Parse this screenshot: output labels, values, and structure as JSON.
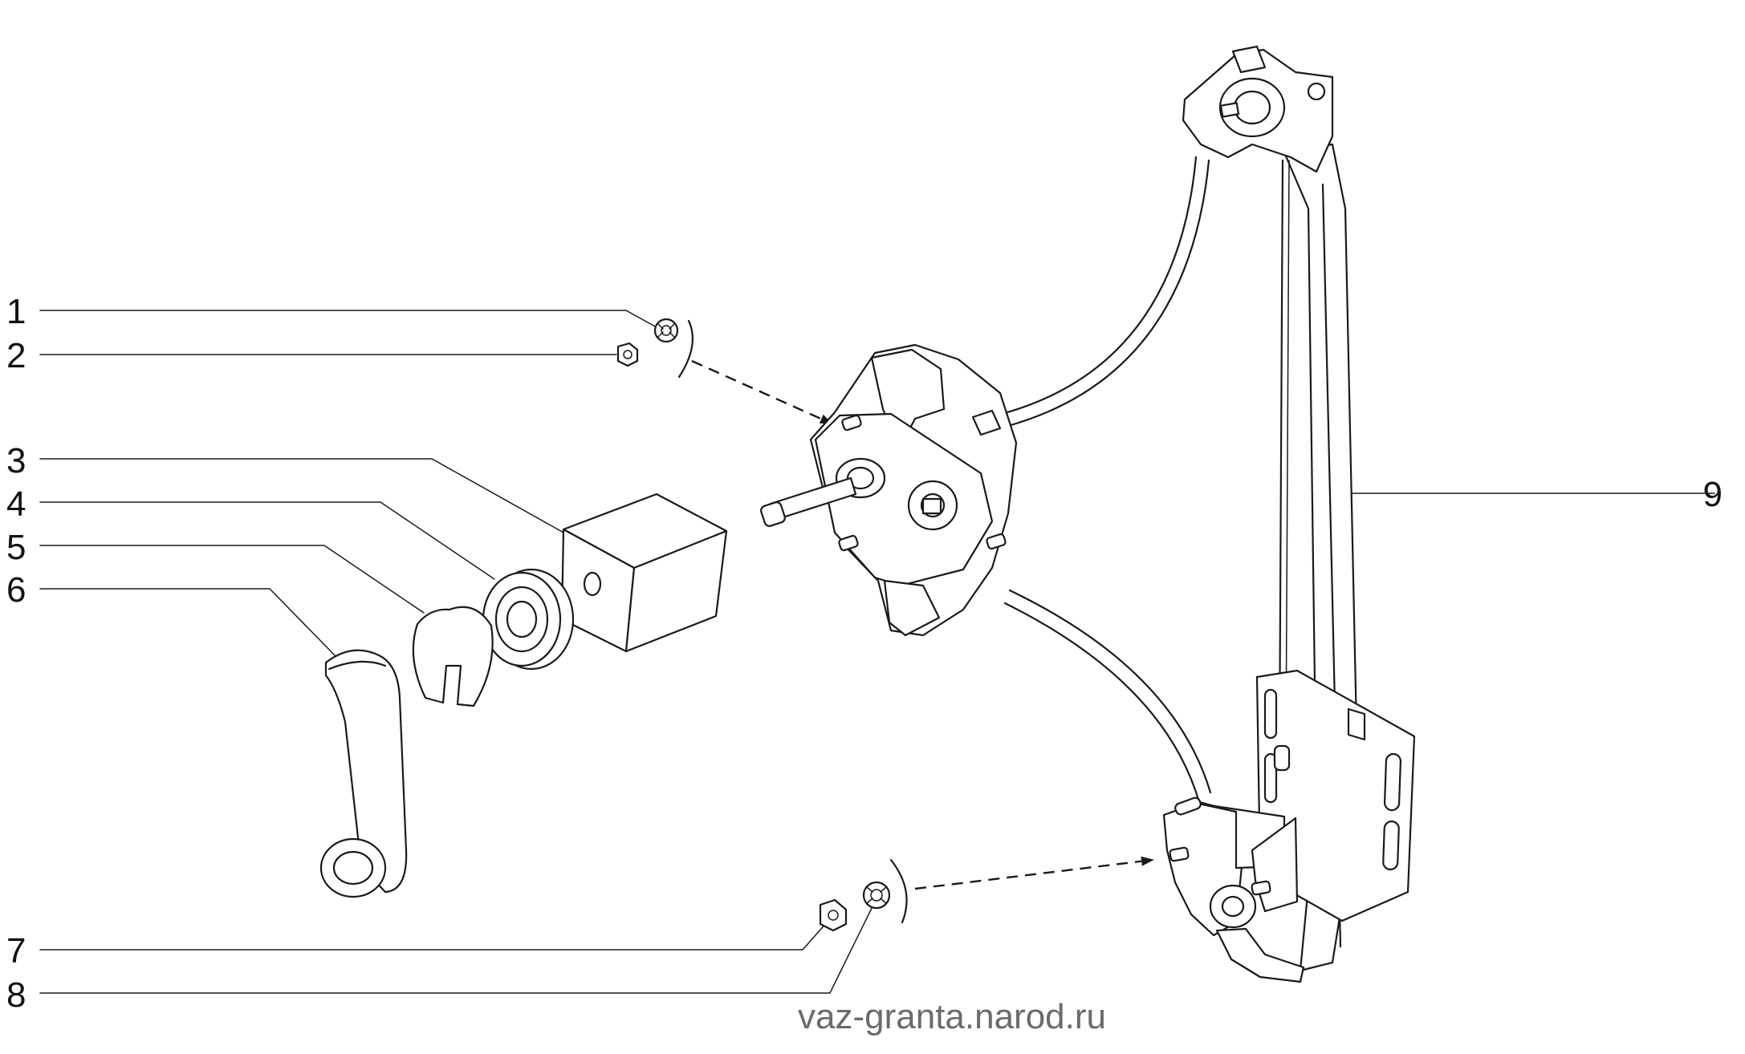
{
  "diagram": {
    "callouts": [
      {
        "id": "1",
        "label": "1"
      },
      {
        "id": "2",
        "label": "2"
      },
      {
        "id": "3",
        "label": "3"
      },
      {
        "id": "4",
        "label": "4"
      },
      {
        "id": "5",
        "label": "5"
      },
      {
        "id": "6",
        "label": "6"
      },
      {
        "id": "7",
        "label": "7"
      },
      {
        "id": "8",
        "label": "8"
      },
      {
        "id": "9",
        "label": "9"
      }
    ],
    "watermark": "vaz-granta.narod.ru"
  }
}
